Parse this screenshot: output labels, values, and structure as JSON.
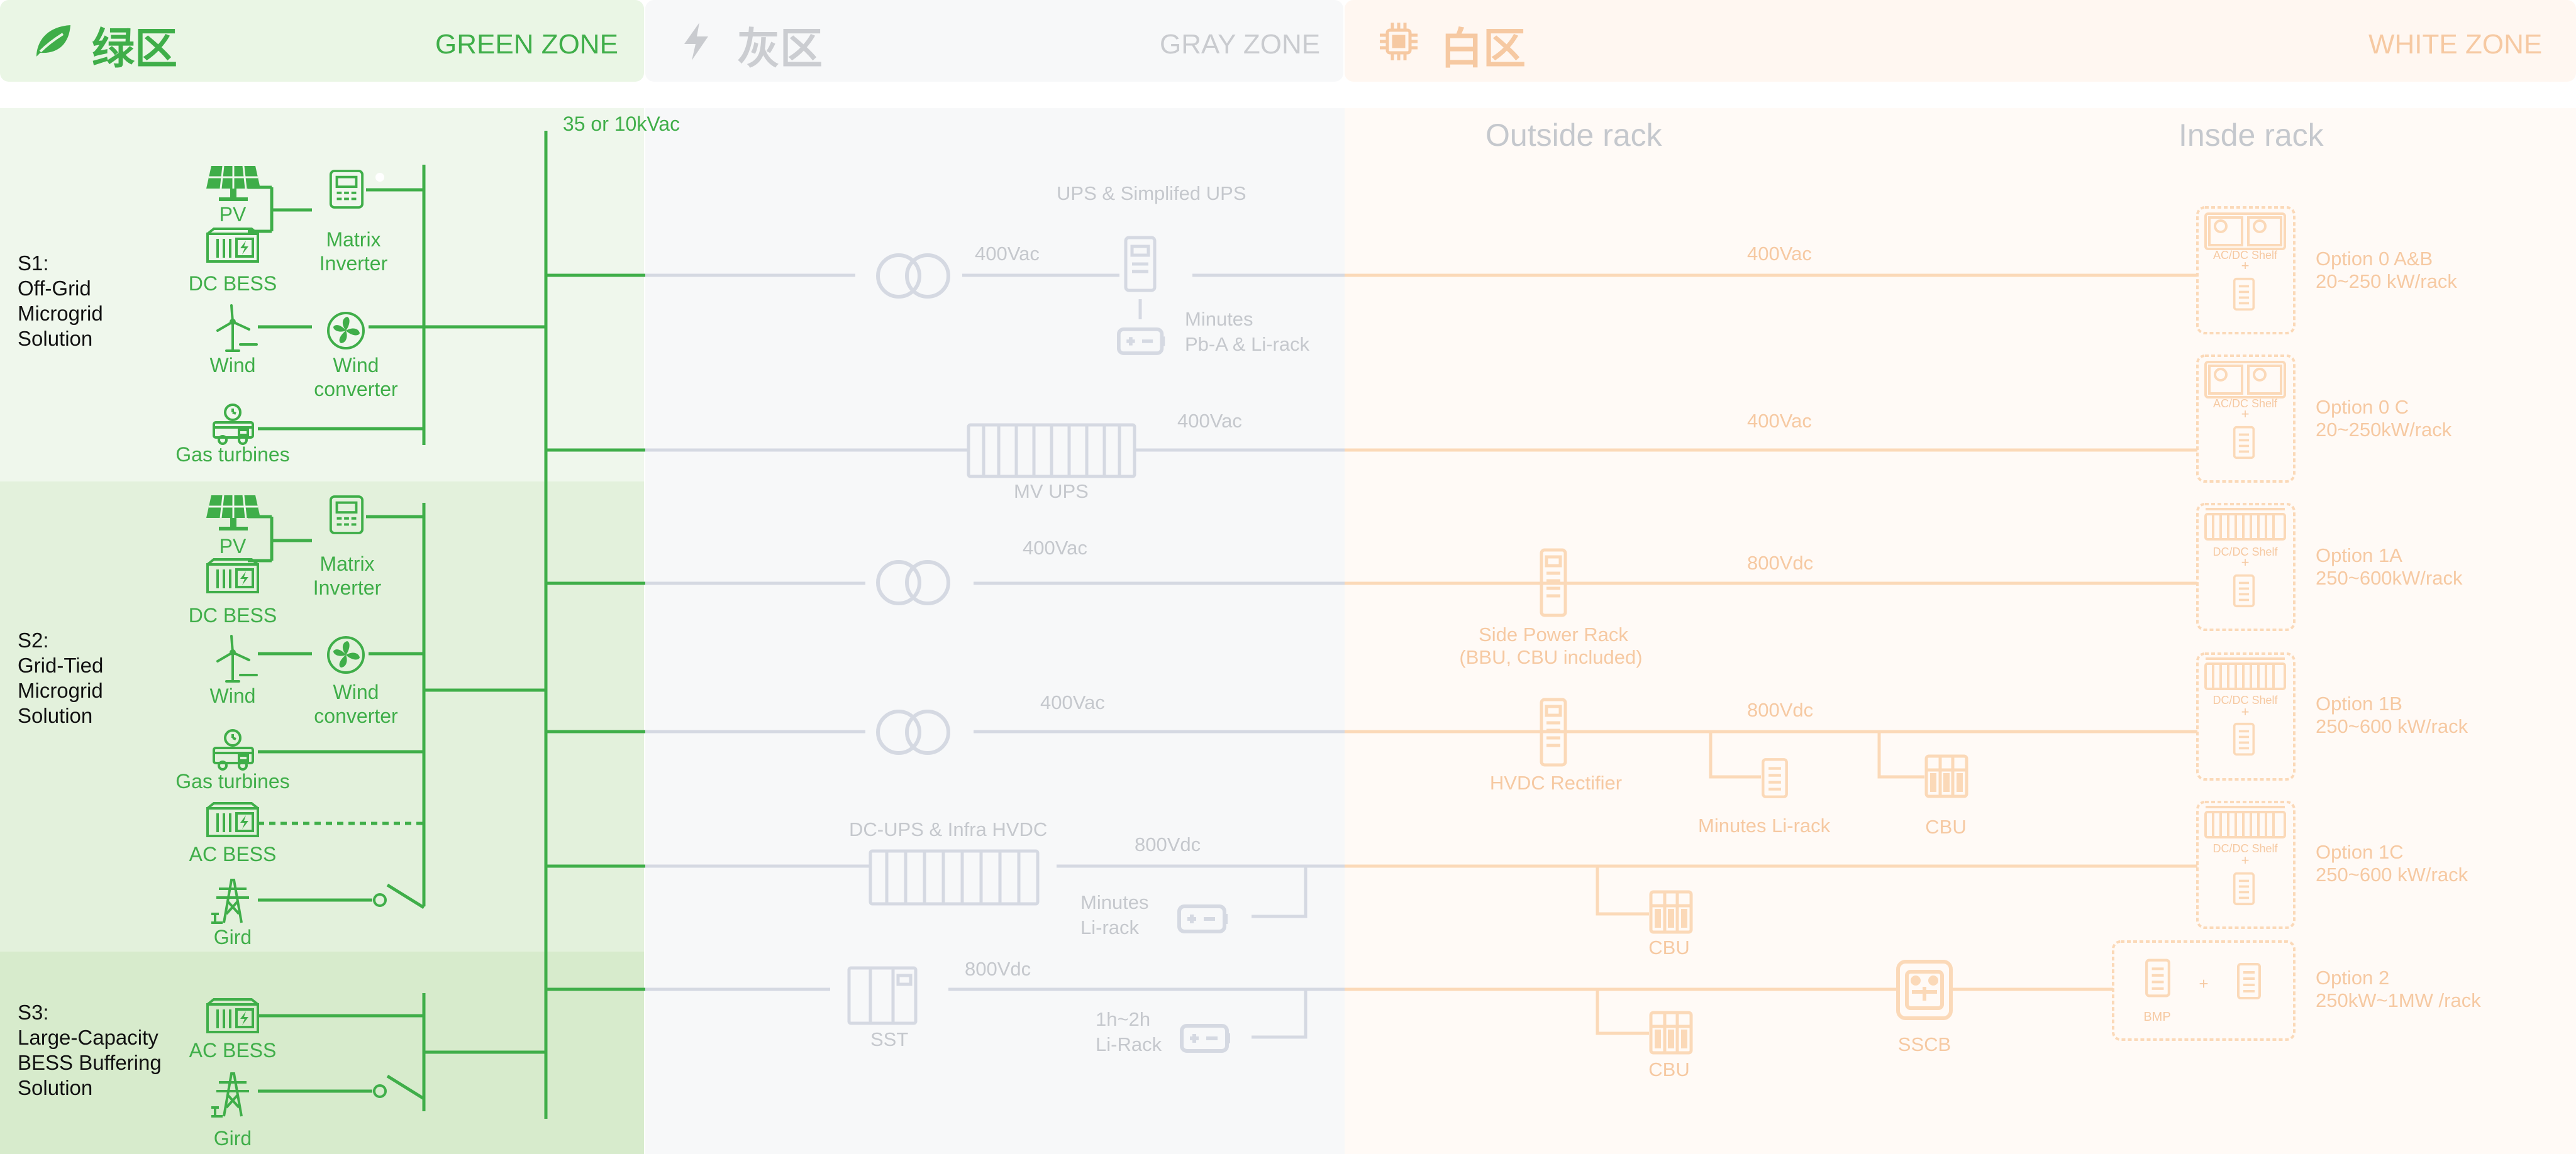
{
  "colors": {
    "green": "#3fae49",
    "green_band1": "#eff7ec",
    "green_band2": "#e3f1dc",
    "green_band3": "#d7ebcc",
    "gray_text": "#c9cbcf",
    "gray_line": "#d5d9e2",
    "gray_bg": "#f7f8f9",
    "orange_text": "#f6c9a2",
    "orange_line": "#fbd9b8",
    "orange_bg": "#fff8f3"
  },
  "header": {
    "green_cn": "绿区",
    "green_en": "GREEN ZONE",
    "green_icon": "leaf-icon",
    "gray_cn": "灰区",
    "gray_en": "GRAY ZONE",
    "gray_icon": "lightning-icon",
    "white_cn": "白区",
    "white_en": "WHITE ZONE",
    "white_icon": "chip-icon"
  },
  "green_zone": {
    "bus_voltage": "35 or 10kVac",
    "s1": {
      "title": [
        "S1:",
        "Off-Grid",
        "Microgrid",
        "Solution"
      ],
      "pv": "PV",
      "dc_bess": "DC BESS",
      "matrix_inverter": [
        "Matrix",
        "Inverter"
      ],
      "wind": "Wind",
      "wind_converter": [
        "Wind",
        "converter"
      ],
      "gas": "Gas turbines"
    },
    "s2": {
      "title": [
        "S2:",
        "Grid-Tied",
        "Microgrid",
        "Solution"
      ],
      "pv": "PV",
      "dc_bess": "DC BESS",
      "matrix_inverter": [
        "Matrix",
        "Inverter"
      ],
      "wind": "Wind",
      "wind_converter": [
        "Wind",
        "converter"
      ],
      "gas": "Gas turbines",
      "ac_bess": "AC BESS",
      "grid": "Gird"
    },
    "s3": {
      "title": [
        "S3:",
        "Large-Capacity",
        "BESS Buffering",
        "Solution"
      ],
      "ac_bess": "AC BESS",
      "grid": "Gird"
    }
  },
  "gray_zone": {
    "ups_title": "UPS & Simplifed UPS",
    "v400_1": "400Vac",
    "minutes_pb": [
      "Minutes",
      "Pb-A & Li-rack"
    ],
    "mv_ups": "MV UPS",
    "v400_2": "400Vac",
    "v400_3": "400Vac",
    "v400_4": "400Vac",
    "dcups_title": "DC-UPS & Infra HVDC",
    "v800_1": "800Vdc",
    "minutes_li": [
      "Minutes",
      "Li-rack"
    ],
    "sst": "SST",
    "v800_2": "800Vdc",
    "hour_li": [
      "1h~2h",
      "Li-Rack"
    ]
  },
  "white_zone": {
    "outside_rack": "Outside rack",
    "inside_rack": "Insde rack",
    "line1_v": "400Vac",
    "line2_v": "400Vac",
    "line3_v": "800Vdc",
    "line4_v": "800Vdc",
    "side_power_rack": [
      "Side Power Rack",
      "(BBU, CBU included)"
    ],
    "hvdc_rectifier": "HVDC Rectifier",
    "minutes_li_rack": "Minutes  Li-rack",
    "cbu": "CBU",
    "sscb": "SSCB",
    "acdc_shelf": "AC/DC Shelf",
    "dcdc_shelf": "DC/DC Shelf",
    "bmp": "BMP",
    "plus": "+",
    "options": [
      {
        "name": "Option 0 A&B",
        "power": "20~250 kW/rack"
      },
      {
        "name": "Option 0 C",
        "power": "20~250kW/rack"
      },
      {
        "name": "Option 1A",
        "power": "250~600kW/rack"
      },
      {
        "name": "Option 1B",
        "power": "250~600 kW/rack"
      },
      {
        "name": "Option 1C",
        "power": "250~600 kW/rack"
      },
      {
        "name": "Option 2",
        "power": "250kW~1MW /rack"
      }
    ]
  }
}
